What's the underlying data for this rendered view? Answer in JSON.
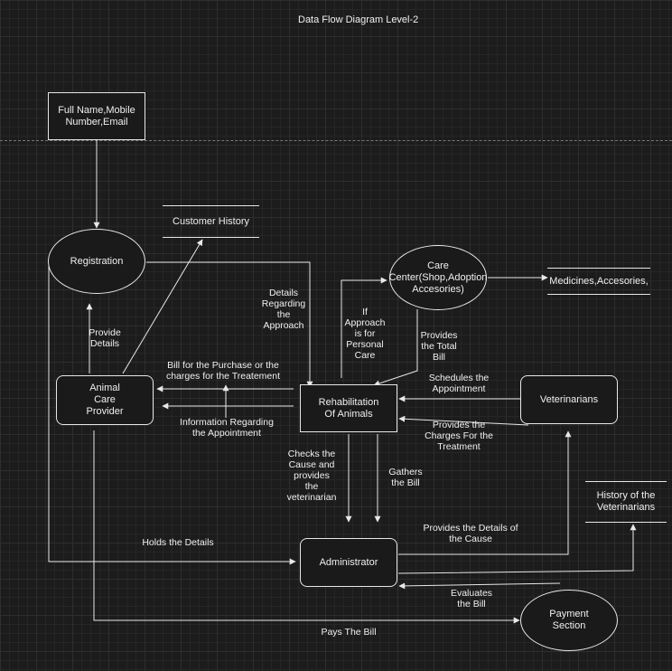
{
  "title": "Data Flow Diagram Level-2",
  "nodes": {
    "inputs": "Full Name,Mobile Number,Email",
    "registration": "Registration",
    "customer_history": "Customer History",
    "care_center": "Care Center(Shop,Adoption Accesories)",
    "medicines": "Medicines,Accesories,",
    "animal_care_provider": "Animal\nCare\nProvider",
    "rehabilitation": "Rehabilitation\nOf Animals",
    "veterinarians": "Veterinarians",
    "history_vets": "History of the Veterinarians",
    "administrator": "Administrator",
    "payment": "Payment\nSection"
  },
  "labels": {
    "provide_details": "Provide\nDetails",
    "details_approach": "Details\nRegarding\nthe\nApproach",
    "if_approach": "If\nApproach\nis for\nPersonal\nCare",
    "provides_total_bill": "Provides\nthe Total\nBill",
    "bill_purchase": "Bill for the Purchase or the\ncharges for the Treatement",
    "info_appointment": "Information Regarding\nthe Appointment",
    "schedules": "Schedules the\nAppointment",
    "charges_treatment": "Provides the\nCharges For the\nTreatment",
    "checks_cause": "Checks the\nCause and\nprovides\nthe\nveterinarian",
    "gathers_bill": "Gathers\nthe Bill",
    "holds_details": "Holds the Details",
    "details_cause": "Provides the Details of\nthe Cause",
    "evaluates_bill": "Evaluates\nthe Bill",
    "pays_bill": "Pays The Bill"
  }
}
